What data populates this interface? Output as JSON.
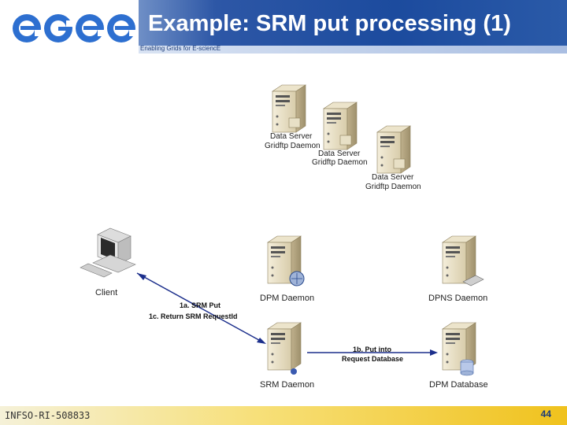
{
  "header": {
    "logo_text": "egee",
    "title": "Example: SRM put processing (1)",
    "subtitle": "Enabling Grids for E-sciencE"
  },
  "diagram": {
    "data_servers": [
      {
        "line1": "Data Server",
        "line2": "Gridftp Daemon"
      },
      {
        "line1": "Data Server",
        "line2": "Gridftp Daemon"
      },
      {
        "line1": "Data Server",
        "line2": "Gridftp Daemon"
      }
    ],
    "client": "Client",
    "dpm_daemon": "DPM Daemon",
    "dpns_daemon": "DPNS Daemon",
    "srm_daemon": "SRM Daemon",
    "dpm_database": "DPM Database",
    "step_1a": "1a. SRM Put",
    "step_1c": "1c. Return SRM RequestId",
    "step_1b_line1": "1b. Put into",
    "step_1b_line2": "Request Database",
    "line_color": "#1c2f8c"
  },
  "footer": {
    "left": "INFSO-RI-508833",
    "page": "44"
  }
}
